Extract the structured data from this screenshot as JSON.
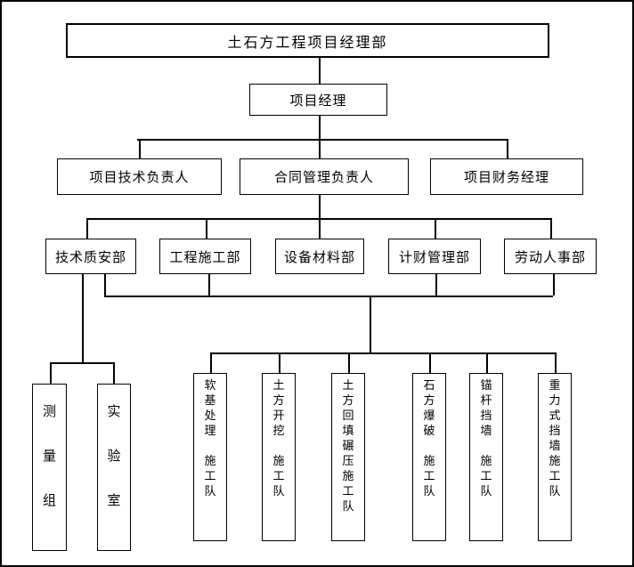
{
  "page": {
    "background_color": "#ffffff",
    "line_color": "#000000",
    "text_color": "#000000"
  },
  "org_chart": {
    "root": {
      "label": "土石方工程项目经理部"
    },
    "level2": [
      {
        "label": "项目经理"
      }
    ],
    "level3": [
      {
        "label": "项目技术负责人"
      },
      {
        "label": "合同管理负责人"
      },
      {
        "label": "项目财务经理"
      }
    ],
    "level4": [
      {
        "label": "技术质安部"
      },
      {
        "label": "工程施工部"
      },
      {
        "label": "设备材料部"
      },
      {
        "label": "计财管理部"
      },
      {
        "label": "劳动人事部"
      }
    ],
    "level5_left": [
      {
        "label": "测\n量\n组"
      },
      {
        "label": "实\n验\n室"
      }
    ],
    "level5_teams": [
      {
        "label": "软\n基\n处\n理\n\n施\n工\n队"
      },
      {
        "label": "土\n方\n开\n挖\n\n施\n工\n队"
      },
      {
        "label": "土\n方\n回\n填\n碾\n压\n施\n工\n队"
      },
      {
        "label": "石\n方\n爆\n破\n\n施\n工\n队"
      },
      {
        "label": "锚\n杆\n挡\n墙\n\n施\n工\n队"
      },
      {
        "label": "重\n力\n式\n挡\n墙\n施\n工\n队"
      }
    ]
  }
}
